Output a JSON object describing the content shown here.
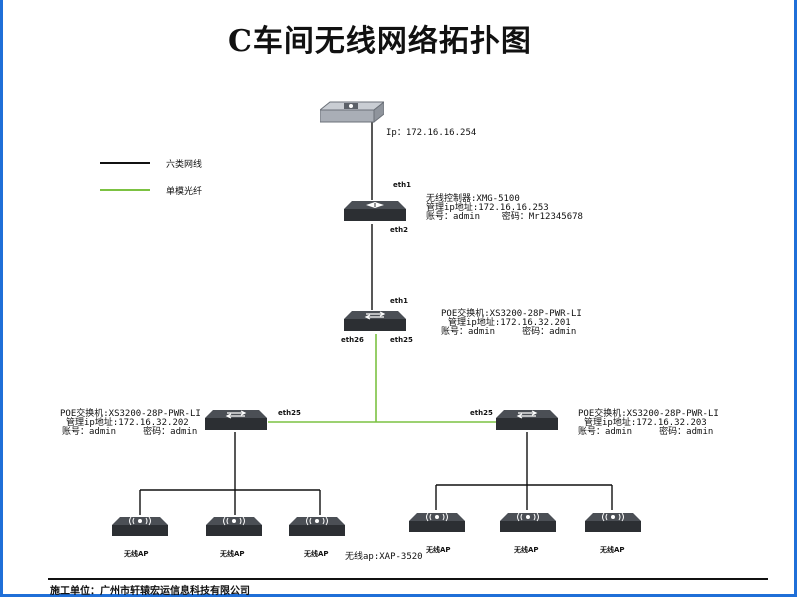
{
  "title": "C车间无线网络拓扑图",
  "legend": [
    {
      "label": "六类网线",
      "color": "#111111"
    },
    {
      "label": "单模光纤",
      "color": "#7cc242"
    }
  ],
  "router": {
    "ip": "Ip：172.16.16.254"
  },
  "controller": {
    "port_top": "eth1",
    "port_bottom": "eth2",
    "info": [
      "无线控制器:XMG-5100",
      "管理ip地址:172.16.16.253",
      "账号：admin    密码：Mr12345678"
    ]
  },
  "core_switch": {
    "port_top": "eth1",
    "port_left": "eth26",
    "port_right": "eth25",
    "info": [
      "POE交换机:XS3200-28P-PWR-LI",
      "管理ip地址:172.16.32.201",
      "账号：admin     密码：admin"
    ]
  },
  "left_switch": {
    "port": "eth25",
    "info": [
      "POE交换机:XS3200-28P-PWR-LI",
      "管理ip地址:172.16.32.202",
      "账号：admin     密码：admin"
    ]
  },
  "right_switch": {
    "port": "eth25",
    "info": [
      "POE交换机:XS3200-28P-PWR-LI",
      "管理ip地址:172.16.32.203",
      "账号：admin     密码：admin"
    ]
  },
  "ap_label": "无线AP",
  "ap_model": "无线ap:XAP-3520",
  "footer": "施工单位：广州市轩辕宏运信息科技有限公司"
}
